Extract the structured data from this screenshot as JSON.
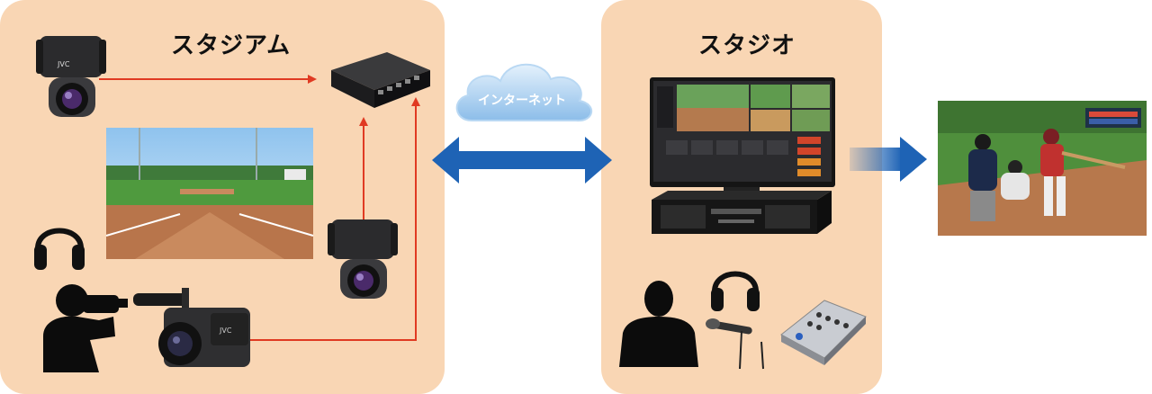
{
  "stadium": {
    "title": "スタジアム"
  },
  "studio": {
    "title": "スタジオ"
  },
  "network": {
    "label": "インターネット"
  },
  "colors": {
    "panel": "#f9d6b4",
    "signal_arrow": "#e03a22",
    "link_arrow": "#1e63b5",
    "output_arrow": "#1e63b5"
  },
  "icons": {
    "stadium": [
      "ptz-camera-icon",
      "network-switch-icon",
      "baseball-field-image",
      "headphones-icon",
      "camera-operator-icon",
      "camcorder-icon"
    ],
    "studio": [
      "production-switcher-monitor",
      "rack-server-icon",
      "commentator-icon",
      "headphones-icon",
      "microphone-icon",
      "audio-mixer-icon"
    ],
    "output": [
      "broadcast-baseball-image"
    ]
  }
}
